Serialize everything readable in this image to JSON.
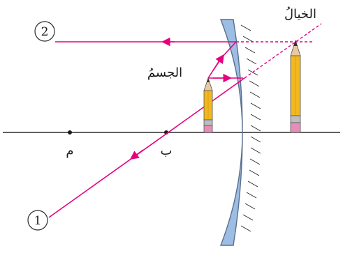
{
  "labels": {
    "image": "الخيالُ",
    "object": "الجسمُ",
    "center": "م",
    "focus": "ب",
    "ray_1": "1",
    "ray_2": "2"
  },
  "colors": {
    "ray": "#e6007e",
    "axis": "#2b2b2b",
    "mirror_fill": "#9dbde3",
    "mirror_edge": "#5a6f8f",
    "pencil_body": "#f2b820",
    "pencil_eraser": "#e58fb8"
  }
}
